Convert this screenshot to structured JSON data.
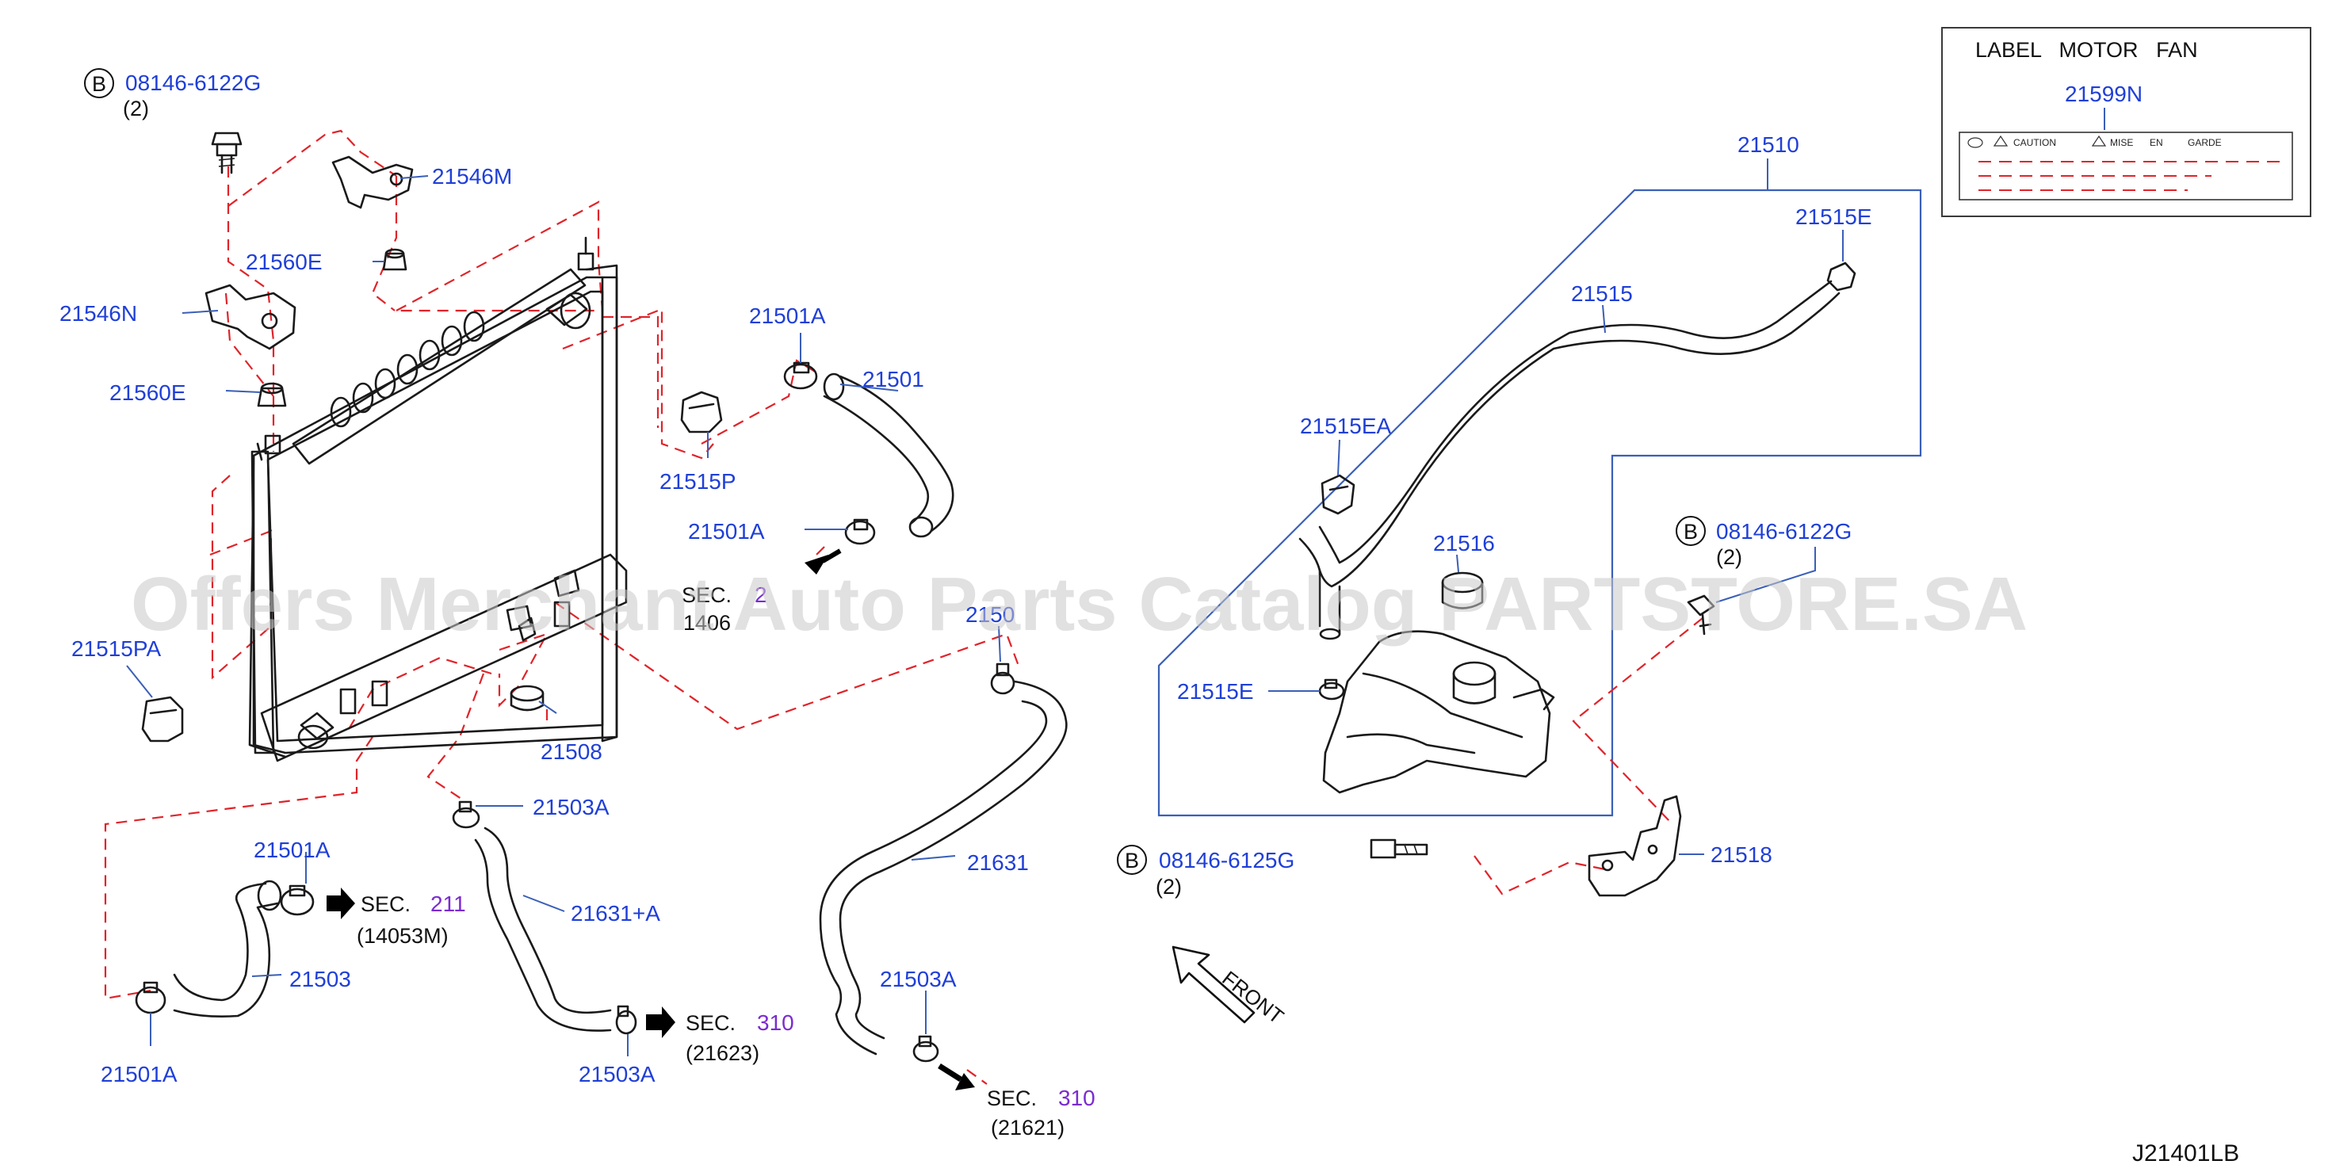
{
  "diagram_code": "J21401LB",
  "watermark": "Offers Merchant Auto Parts Catalog PARTSTORE.SA",
  "label_box": {
    "title": "LABEL   MOTOR   FAN",
    "part": "21599N",
    "label_text_1": "CAUTION",
    "label_text_2": "MISE",
    "label_text_3": "EN",
    "label_text_4": "GARDE"
  },
  "bolts": {
    "top_left": {
      "marker": "B",
      "part": "08146-6122G",
      "qty": "(2)"
    },
    "right": {
      "marker": "B",
      "part": "08146-6122G",
      "qty": "(2)"
    },
    "bracket": {
      "marker": "B",
      "part": "08146-6125G",
      "qty": "(2)"
    }
  },
  "parts": {
    "p21546M": "21546M",
    "p21560E_top": "21560E",
    "p21546N": "21546N",
    "p21560E_low": "21560E",
    "p21501A_top": "21501A",
    "p21501": "21501",
    "p21515P": "21515P",
    "p21501A_mid": "21501A",
    "p21515PA": "21515PA",
    "p2150x": "2150",
    "p21508": "21508",
    "p21503A_a": "21503A",
    "p21501A_left": "21501A",
    "p21503": "21503",
    "p21501A_bottom": "21501A",
    "p21631plusA": "21631+A",
    "p21503A_b": "21503A",
    "p21631": "21631",
    "p21503A_c": "21503A",
    "p21510": "21510",
    "p21515E_top": "21515E",
    "p21515": "21515",
    "p21515EA": "21515EA",
    "p21516": "21516",
    "p21515E_low": "21515E",
    "p21518": "21518"
  },
  "sections": {
    "upper": {
      "sec": "SEC.",
      "num": "2",
      "ref": "1406"
    },
    "s211": {
      "sec": "SEC.",
      "num": "211",
      "ref": "(14053M)"
    },
    "s310a": {
      "sec": "SEC.",
      "num": "310",
      "ref": "(21623)"
    },
    "s310b": {
      "sec": "SEC.",
      "num": "310",
      "ref": "(21621)"
    }
  },
  "front_label": "FRONT"
}
